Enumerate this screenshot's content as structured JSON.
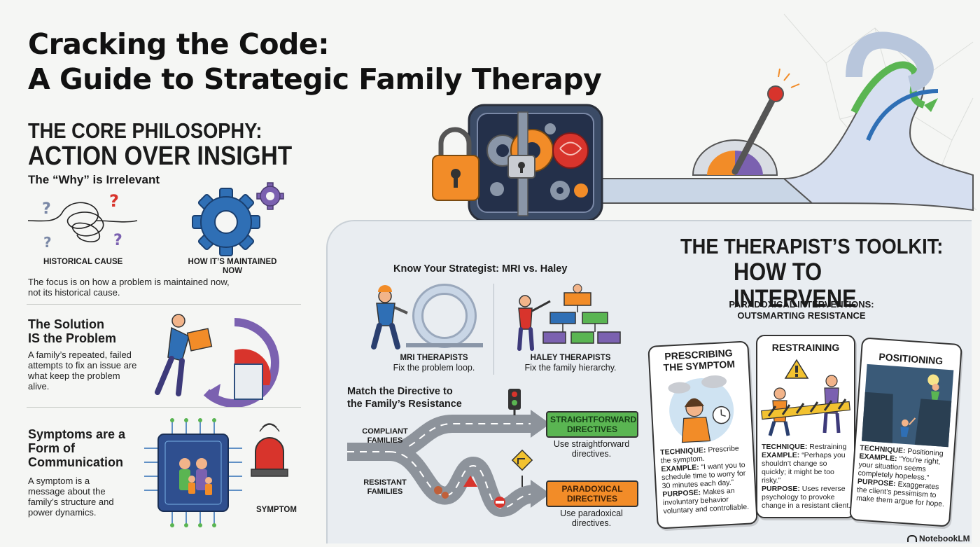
{
  "title": {
    "line1": "Cracking the Code:",
    "line2": "A Guide to Strategic Family Therapy"
  },
  "core": {
    "line1": "THE CORE PHILOSOPHY:",
    "line2": "ACTION OVER INSIGHT",
    "why_heading": "The “Why” is Irrelevant",
    "historical_label": "HISTORICAL CAUSE",
    "maintained_label": "HOW IT’S MAINTAINED NOW",
    "why_text": "The focus is on how a problem is maintained now, not its historical cause."
  },
  "solution": {
    "heading_line1": "The Solution",
    "heading_line2": "IS the Problem",
    "text": "A family’s repeated, failed attempts to fix an issue are what keep the problem alive."
  },
  "symptoms": {
    "heading": "Symptoms are a Form of Communication",
    "text": "A symptom is a message about the family’s structure and power dynamics.",
    "symptom_label": "SYMPTOM"
  },
  "strategist": {
    "heading": "Know Your Strategist: MRI vs. Haley",
    "mri_title": "MRI THERAPISTS",
    "mri_sub": "Fix the problem loop.",
    "haley_title": "HALEY THERAPISTS",
    "haley_sub": "Fix the family hierarchy."
  },
  "directive": {
    "heading_line1": "Match the Directive to",
    "heading_line2": "the Family’s Resistance",
    "compliant": "COMPLIANT FAMILIES",
    "resistant": "RESISTANT FAMILIES",
    "straight_box": "STRAIGHTFORWARD DIRECTIVES",
    "straight_sub": "Use straightforward directives.",
    "para_box": "PARADOXICAL DIRECTIVES",
    "para_sub": "Use paradoxical directives."
  },
  "toolkit": {
    "line1": "THE THERAPIST’S TOOLKIT:",
    "line2": "HOW TO INTERVENE",
    "paradoxical_line1": "PARADOXICAL INTERVENTIONS:",
    "paradoxical_line2": "OUTSMARTING RESISTANCE"
  },
  "cards": [
    {
      "title": "PRESCRIBING THE SYMPTOM",
      "technique_label": "TECHNIQUE:",
      "technique": "Prescribe the symptom.",
      "example_label": "EXAMPLE:",
      "example": "“I want you to schedule time to worry for 30 minutes each day.”",
      "purpose_label": "PURPOSE:",
      "purpose": "Makes an involuntary behavior voluntary and controllable."
    },
    {
      "title": "RESTRAINING",
      "technique_label": "TECHNIQUE:",
      "technique": "Restraining",
      "example_label": "EXAMPLE:",
      "example": "“Perhaps you shouldn’t change so quickly; it might be too risky.”",
      "purpose_label": "PURPOSE:",
      "purpose": "Uses reverse psychology to provoke change in a resistant client."
    },
    {
      "title": "POSITIONING",
      "technique_label": "TECHNIQUE:",
      "technique": "Positioning",
      "example_label": "EXAMPLE:",
      "example": "“You’re right, your situation seems completely hopeless.”",
      "purpose_label": "PURPOSE:",
      "purpose": "Exaggerates the client’s pessimism to make them argue for hope."
    }
  ],
  "brand": "NotebookLM",
  "colors": {
    "orange": "#f28c28",
    "blue": "#2f6fb5",
    "green": "#5ab552",
    "purple": "#7b61b0",
    "red": "#d8342c",
    "teal": "#3a9a8a"
  }
}
